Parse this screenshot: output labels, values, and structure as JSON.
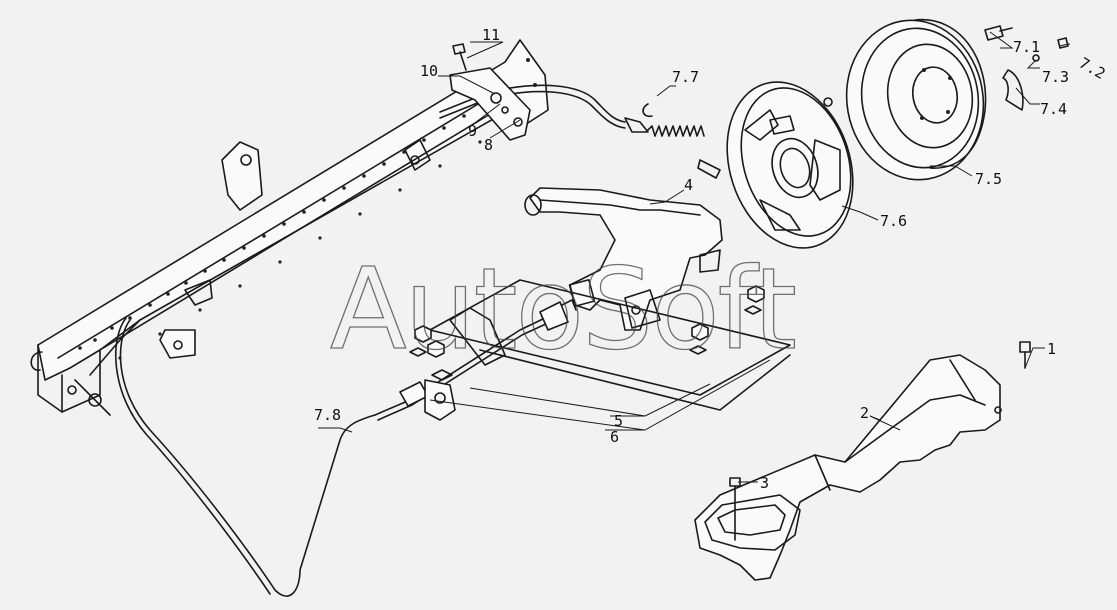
{
  "watermark": "AutoSoft",
  "labels": {
    "p1": "1",
    "p2": "2",
    "p3": "3",
    "p4": "4",
    "p5": "5",
    "p6": "6",
    "p7_1": "7.1",
    "p7_2": "7.2",
    "p7_3": "7.3",
    "p7_4": "7.4",
    "p7_5": "7.5",
    "p7_6": "7.6",
    "p7_7": "7.7",
    "p7_8": "7.8",
    "p8": "8",
    "p9": "9",
    "p10": "10",
    "p11": "11"
  }
}
